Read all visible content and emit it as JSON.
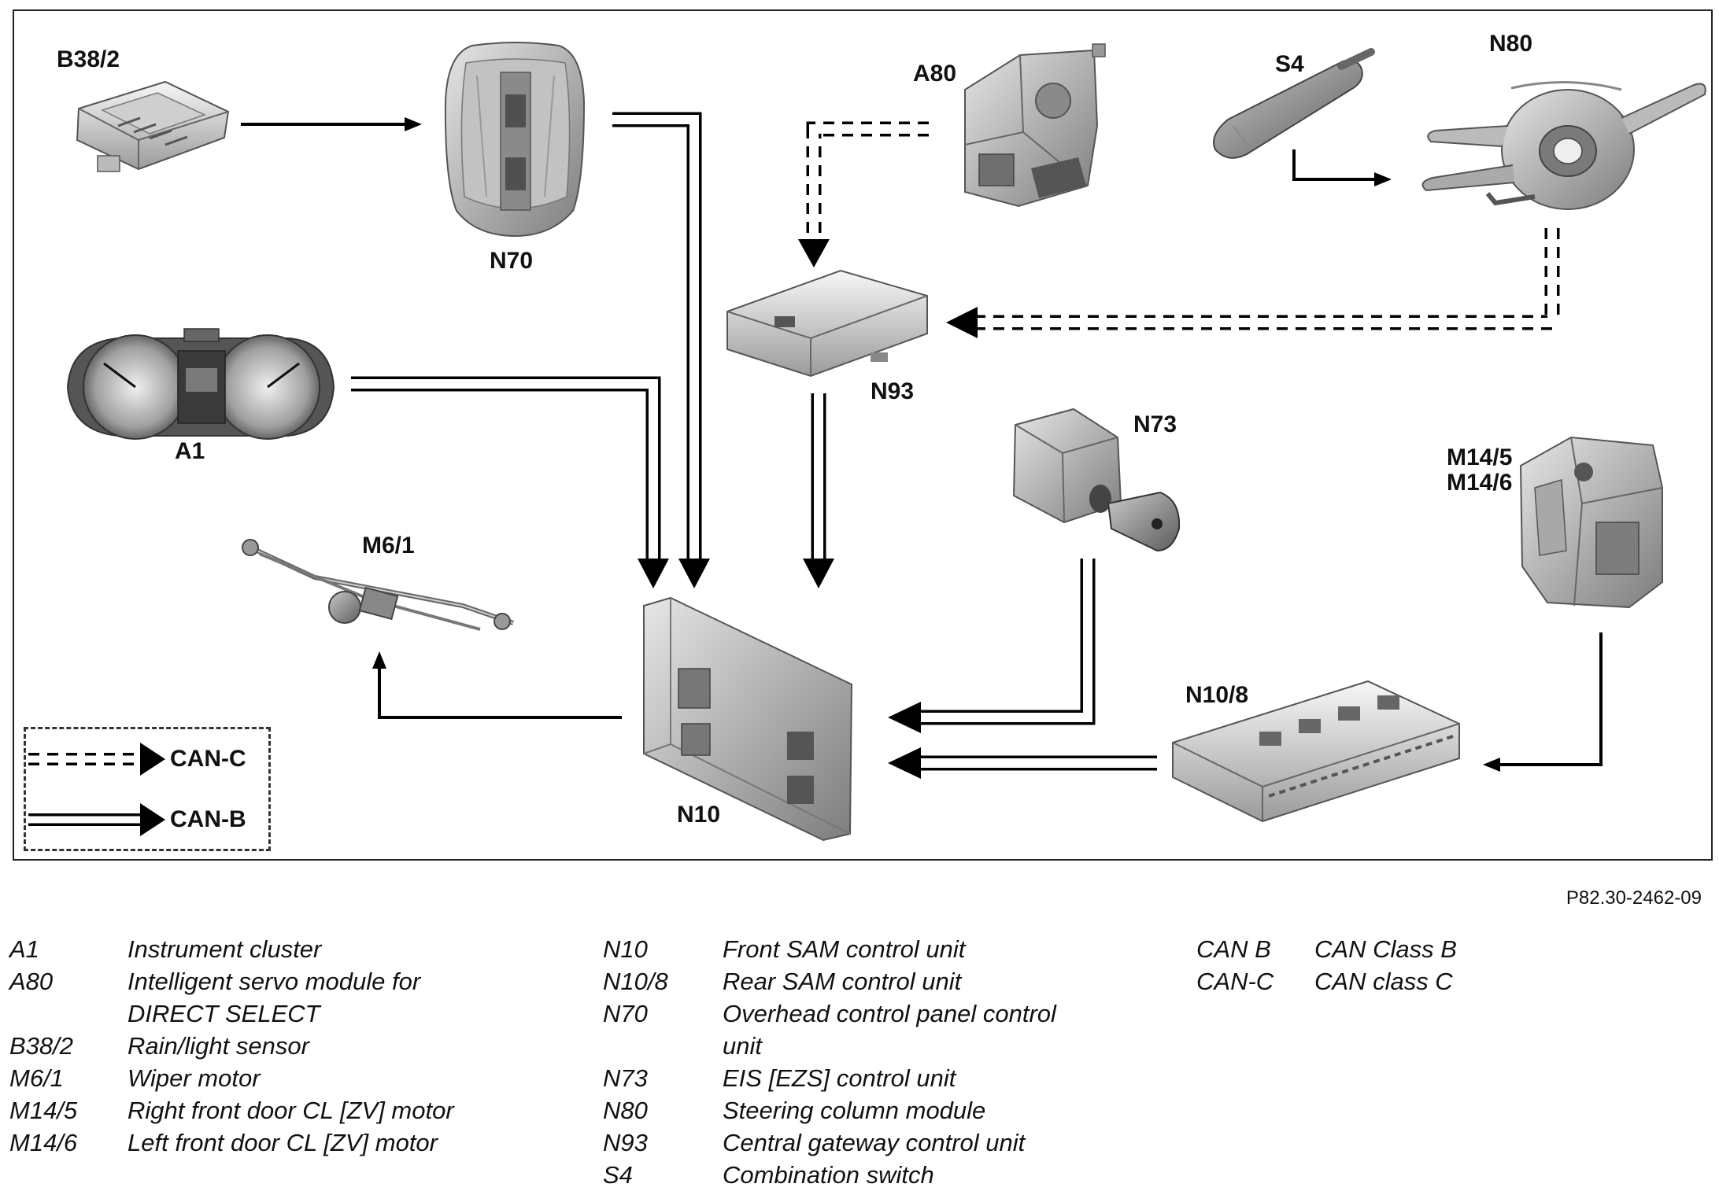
{
  "diagram": {
    "components": [
      {
        "id": "B38/2",
        "label": "B38/2"
      },
      {
        "id": "N70",
        "label": "N70"
      },
      {
        "id": "A80",
        "label": "A80"
      },
      {
        "id": "S4",
        "label": "S4"
      },
      {
        "id": "N80",
        "label": "N80"
      },
      {
        "id": "N93",
        "label": "N93"
      },
      {
        "id": "A1",
        "label": "A1"
      },
      {
        "id": "N73",
        "label": "N73"
      },
      {
        "id": "M14/5 M14/6",
        "label": "M14/5\nM14/6"
      },
      {
        "id": "M6/1",
        "label": "M6/1"
      },
      {
        "id": "N10",
        "label": "N10"
      },
      {
        "id": "N10/8",
        "label": "N10/8"
      }
    ],
    "bus_legend": {
      "can_c": "CAN-C",
      "can_b": "CAN-B"
    },
    "figure_id": "P82.30-2462-09"
  },
  "legend": {
    "col1": [
      {
        "code": "A1",
        "desc": "Instrument cluster"
      },
      {
        "code": "A80",
        "desc": "Intelligent servo module for DIRECT SELECT"
      },
      {
        "code": "B38/2",
        "desc": "Rain/light sensor"
      },
      {
        "code": "M6/1",
        "desc": "Wiper motor"
      },
      {
        "code": "M14/5",
        "desc": "Right front door CL [ZV] motor"
      },
      {
        "code": "M14/6",
        "desc": "Left front door CL [ZV] motor"
      }
    ],
    "col2": [
      {
        "code": "N10",
        "desc": "Front SAM control unit"
      },
      {
        "code": "N10/8",
        "desc": "Rear SAM control unit"
      },
      {
        "code": "N70",
        "desc": "Overhead control panel control unit"
      },
      {
        "code": "N73",
        "desc": "EIS [EZS] control unit"
      },
      {
        "code": "N80",
        "desc": "Steering column module"
      },
      {
        "code": "N93",
        "desc": "Central gateway control unit"
      },
      {
        "code": "S4",
        "desc": "Combination switch"
      }
    ],
    "col3": [
      {
        "code": "CAN B",
        "desc": "CAN Class B"
      },
      {
        "code": "CAN-C",
        "desc": "CAN class C"
      }
    ]
  }
}
